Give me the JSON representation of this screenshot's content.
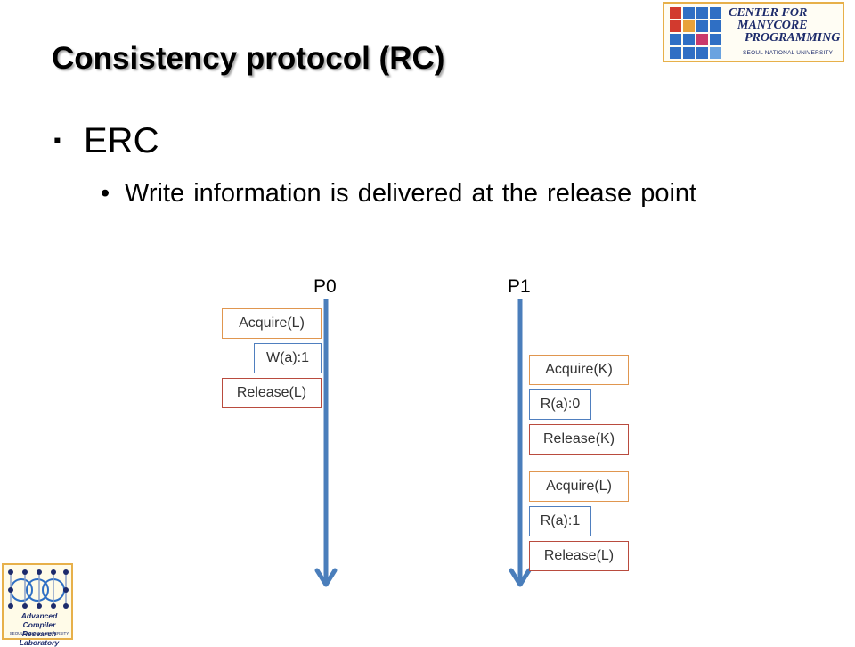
{
  "slide": {
    "title": "Consistency protocol (RC)",
    "bullet_level1": {
      "marker": "▪",
      "text": "ERC"
    },
    "bullet_level2": {
      "marker": "•",
      "text": "Write information is delivered at the release point"
    }
  },
  "diagram": {
    "processes": [
      {
        "label": "P0",
        "events": [
          {
            "label": "Acquire(L)",
            "kind": "acquire"
          },
          {
            "label": "W(a):1",
            "kind": "write"
          },
          {
            "label": "Release(L)",
            "kind": "release"
          }
        ]
      },
      {
        "label": "P1",
        "events": [
          {
            "label": "Acquire(K)",
            "kind": "acquire"
          },
          {
            "label": "R(a):0",
            "kind": "read"
          },
          {
            "label": "Release(K)",
            "kind": "release"
          },
          {
            "label": "Acquire(L)",
            "kind": "acquire"
          },
          {
            "label": "R(a):1",
            "kind": "read"
          },
          {
            "label": "Release(L)",
            "kind": "release"
          }
        ]
      }
    ],
    "colors": {
      "timeline": "#4a7ebb",
      "acquire_border": "#e0964f",
      "access_border": "#4f7fbf",
      "release_border": "#b94b3e"
    }
  },
  "logos": {
    "top_right": {
      "line1": "CENTER FOR",
      "line2": "MANYCORE",
      "line3": "PROGRAMMING",
      "university": "SEOUL NATIONAL UNIVERSITY"
    },
    "bottom_left": {
      "line1": "Advanced Compiler",
      "line2": "Research Laboratory",
      "university": "SEOUL NATIONAL UNIVERSITY"
    }
  }
}
